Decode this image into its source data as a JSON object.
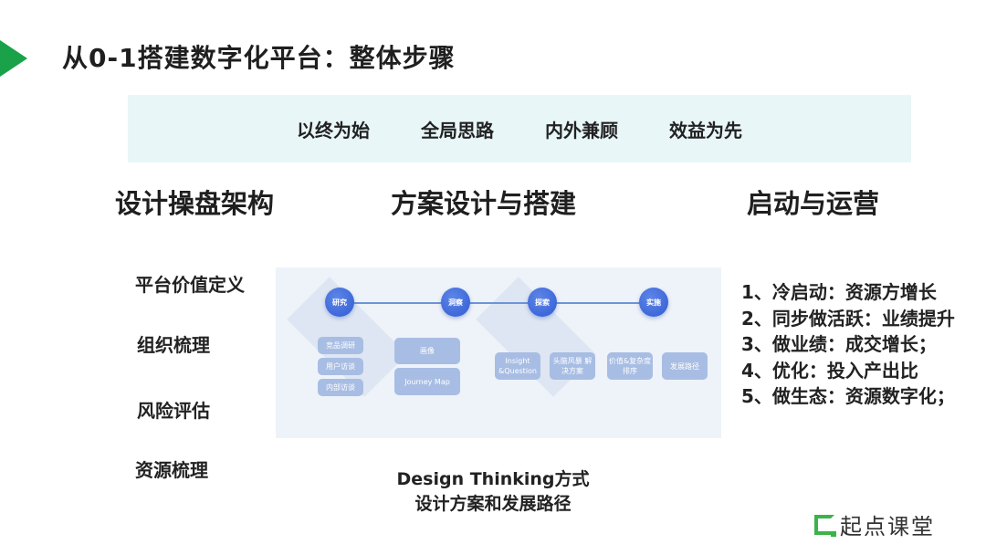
{
  "title": "从0-1搭建数字化平台：整体步骤",
  "principles": [
    "以终为始",
    "全局思路",
    "内外兼顾",
    "效益为先"
  ],
  "columns": {
    "left": {
      "heading": "设计操盘架构",
      "items": [
        "平台价值定义",
        "组织梳理",
        "风险评估",
        "资源梳理"
      ]
    },
    "middle": {
      "heading": "方案设计与搭建",
      "diagram": {
        "stages": [
          "研究",
          "洞察",
          "探索",
          "实施"
        ],
        "research_boxes": [
          "竞品调研",
          "用户访谈",
          "内部访谈"
        ],
        "insight_boxes": [
          "画像",
          "Journey Map"
        ],
        "explore_boxes": [
          "Insight &Question",
          "头脑风暴 解决方案",
          "价值&复杂度 排序",
          "发展路径"
        ]
      },
      "caption_line1": "Design Thinking方式",
      "caption_line2": "设计方案和发展路径"
    },
    "right": {
      "heading": "启动与运营",
      "items": [
        "1、冷启动：资源方增长",
        "2、同步做活跃：业绩提升",
        "3、做业绩：成交增长；",
        "4、优化：投入产出比",
        "5、做生态：资源数字化；"
      ]
    }
  },
  "logo": {
    "text": "起点课堂",
    "color": "#3bb34a"
  },
  "colors": {
    "accent_green": "#1aa24a",
    "banner_bg": "#e8f6f8",
    "node_blue": "#2f5bd2"
  }
}
